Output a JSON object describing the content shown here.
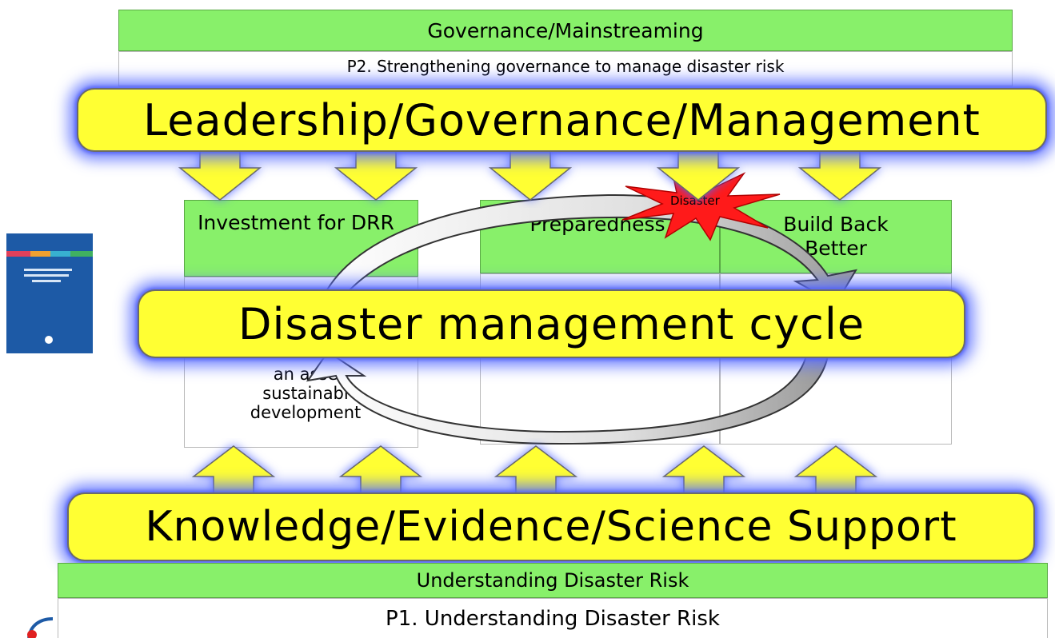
{
  "top": {
    "header": "Governance/Mainstreaming",
    "subheader": "P2. Strengthening governance to manage disaster risk"
  },
  "banners": {
    "leadership": "Leadership/Governance/Management",
    "cycle": "Disaster management cycle",
    "knowledge": "Knowledge/Evidence/Science Support"
  },
  "columns": [
    {
      "title": "Investment for DRR",
      "body_lines": [
        "an asse",
        "sustainabl",
        "development"
      ]
    },
    {
      "title": "Preparedness",
      "body_lines": []
    },
    {
      "title": "Build Back Better",
      "body_lines": []
    }
  ],
  "burst": {
    "label": "Disaster"
  },
  "bottom": {
    "header": "Understanding Disaster Risk",
    "subheader": "P1. Understanding Disaster Risk"
  },
  "colors": {
    "green": "#88f06a",
    "yellow": "#ffff33",
    "glow": "#5a6eff",
    "burst": "#ff1a1a"
  }
}
